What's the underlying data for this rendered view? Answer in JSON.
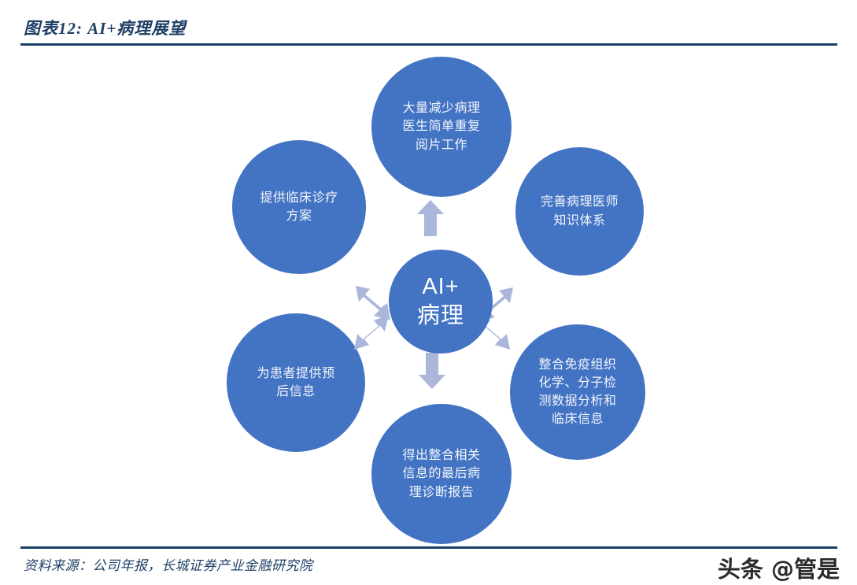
{
  "header": {
    "title": "图表12: AI+病理展望",
    "rule_color": "#1b3f66"
  },
  "diagram": {
    "type": "hub-and-spoke",
    "hub": {
      "name": "AI+病理",
      "label": "AI+\n病理",
      "color": "#4374c4"
    },
    "node_color": "#4374c4",
    "arrow_color": "#aab6da",
    "nodes": [
      {
        "id": "top",
        "label": "大量减少病理\n医生简单重复\n阅片工作",
        "position": "top"
      },
      {
        "id": "right-up",
        "label": "完善病理医师\n知识体系",
        "position": "upper-right"
      },
      {
        "id": "right-down",
        "label": "整合免疫组织\n化学、分子检\n测数据分析和\n临床信息",
        "position": "lower-right"
      },
      {
        "id": "bottom",
        "label": "得出整合相关\n信息的最后病\n理诊断报告",
        "position": "bottom"
      },
      {
        "id": "left-down",
        "label": "为患者提供预\n后信息",
        "position": "lower-left"
      },
      {
        "id": "left-up",
        "label": "提供临床诊疗\n方案",
        "position": "upper-left"
      }
    ],
    "arrows": [
      {
        "id": "up",
        "direction": "up"
      },
      {
        "id": "up-right",
        "direction": "up-right"
      },
      {
        "id": "down-right",
        "direction": "down-right"
      },
      {
        "id": "down",
        "direction": "down"
      },
      {
        "id": "down-left",
        "direction": "down-left"
      },
      {
        "id": "up-left",
        "direction": "up-left"
      }
    ]
  },
  "footer": {
    "source": "资料来源：公司年报，长城证券产业金融研究院",
    "watermark": "头条 @管是",
    "rule_color": "#1b3f66"
  }
}
